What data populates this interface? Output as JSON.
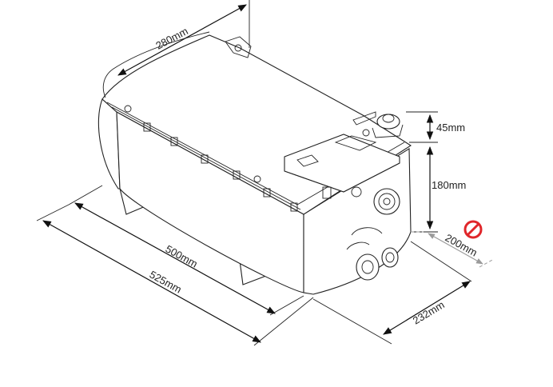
{
  "dimensions": {
    "width_top": "280mm",
    "length_inner": "500mm",
    "length_outer": "525mm",
    "height_top": "45mm",
    "height_main": "180mm",
    "clearance": "200mm",
    "depth_front": "232mm"
  },
  "icons": {
    "no_entry": "prohibited-icon"
  },
  "colors": {
    "prohibited": "#e0262a",
    "clearance_text": "#222222"
  }
}
